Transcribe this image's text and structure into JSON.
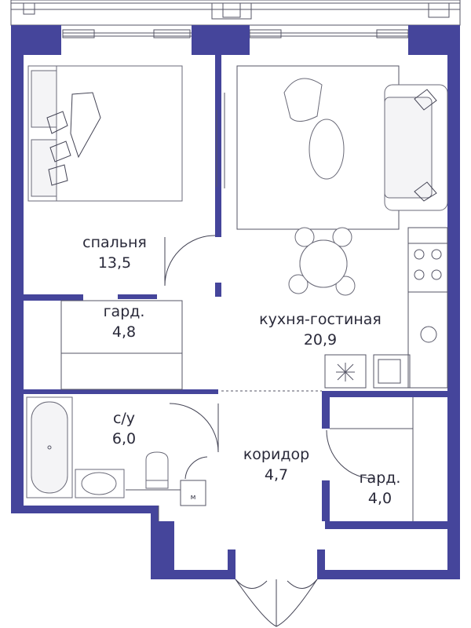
{
  "rooms": [
    {
      "name": "спальня",
      "area": "13,5"
    },
    {
      "name": "гард.",
      "area": "4,8"
    },
    {
      "name": "кухня-гостиная",
      "area": "20,9"
    },
    {
      "name": "с/у",
      "area": "6,0"
    },
    {
      "name": "коридор",
      "area": "4,7"
    },
    {
      "name": "гард.",
      "area": "4,0"
    }
  ],
  "fixtures": {
    "meter_symbol": "м"
  },
  "colors": {
    "wall": "#45459b",
    "line": "#2b2b3a"
  }
}
